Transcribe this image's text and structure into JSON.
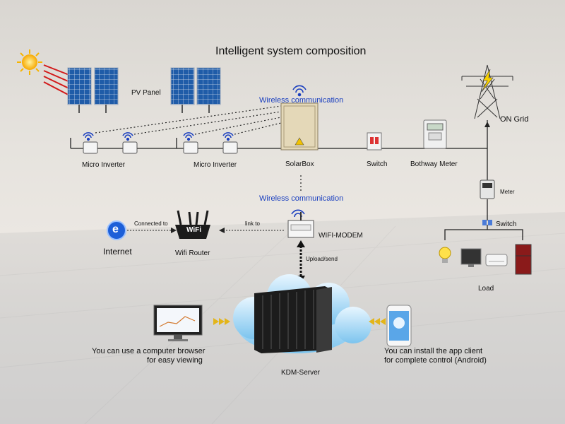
{
  "title": "Intelligent system composition",
  "labels": {
    "pv_panel": "PV Panel",
    "wireless_top": "Wireless communication",
    "micro_inverter_1": "Micro Inverter",
    "micro_inverter_2": "Micro Inverter",
    "solarbox": "SolarBox",
    "switch_1": "Switch",
    "bothway_meter": "Bothway Meter",
    "on_grid": "ON Grid",
    "meter": "Meter",
    "wireless_mid": "Wireless communication",
    "switch_2": "Switch",
    "connected_to": "Connected to",
    "link_to": "link to",
    "wifi_modem": "WIFI-MODEM",
    "internet": "Internet",
    "wifi_router": "Wifi Router",
    "upload_send": "Upload/send",
    "load": "Load",
    "computer_line1": "You can use a computer browser",
    "computer_line2": "for easy viewing",
    "kdm_server": "KDM-Server",
    "app_line1": "You can install the app client",
    "app_line2": "for complete control (Android)",
    "router_logo": "WiFi",
    "internet_logo": "e"
  },
  "colors": {
    "wireless_text": "#1a3fbf",
    "panel_blue": "#1e5aa8",
    "cloud_blue": "#7cc4ee",
    "arrow_yellow": "#e3b51a",
    "sun": "#f7b500"
  }
}
